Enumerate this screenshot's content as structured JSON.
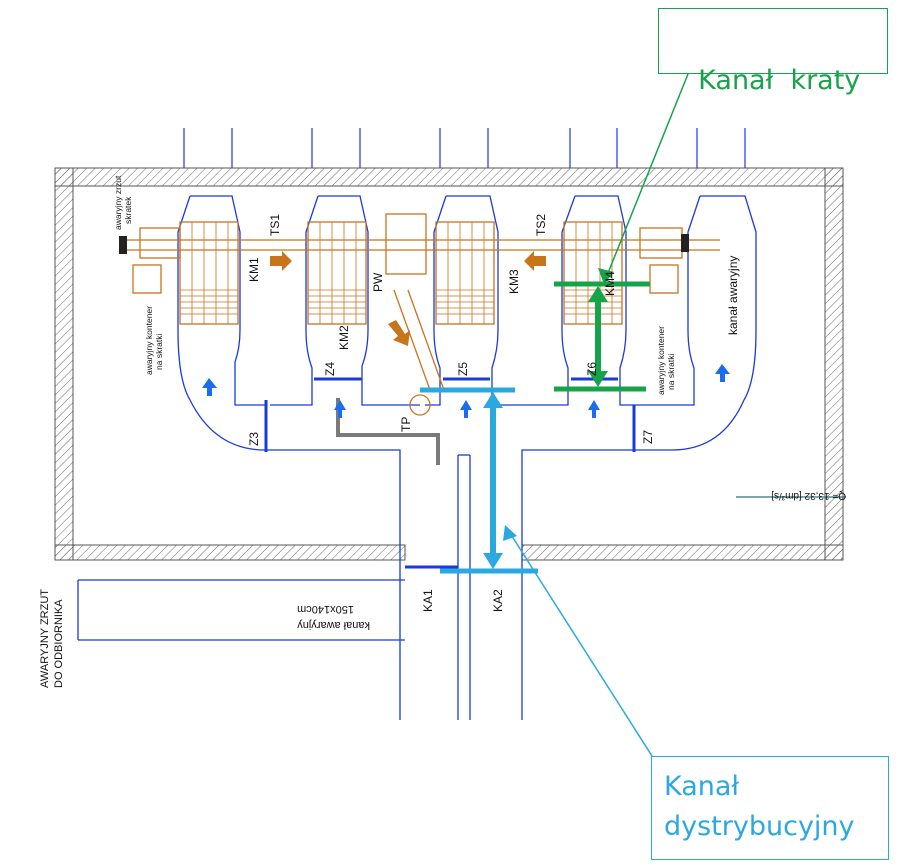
{
  "callouts": {
    "grate_channel": "Kanał  kraty",
    "distribution_channel": {
      "line1": "Kanał",
      "line2": "dystrybucyjny"
    }
  },
  "labels": {
    "screens": [
      "KM1",
      "KM2",
      "KM3",
      "KM4"
    ],
    "gates": [
      "Z3",
      "Z4",
      "Z5",
      "Z6",
      "Z7"
    ],
    "conveyors": [
      "TS1",
      "TS2"
    ],
    "press": "PW",
    "tp": "TP",
    "channels_out": [
      "KA1",
      "KA2"
    ],
    "emergency_channel": "kanał awaryjny",
    "emergency_channel_table": {
      "line1": "kanał awaryjny",
      "line2": "150x140cm"
    },
    "emergency_container": {
      "line1": "awaryjny kontener",
      "line2": "na skratki"
    },
    "emergency_discharge": {
      "line1": "awaryjny zrzut",
      "line2": "skratek"
    },
    "flow": "Q= 13,32 [dm³/s]",
    "outfall": {
      "line1": "AWARYJNY ZRZUT",
      "line2": "DO ODBIORNIKA"
    }
  },
  "colors": {
    "wall": "#555555",
    "pipe": "#1a3adb",
    "equipment": "#c8741c",
    "arrow_flow": "#1a6cf0",
    "grate_marker": "#16a34a",
    "distribution_marker": "#2ba8e0",
    "gray_pipe": "#7a7a7a"
  }
}
